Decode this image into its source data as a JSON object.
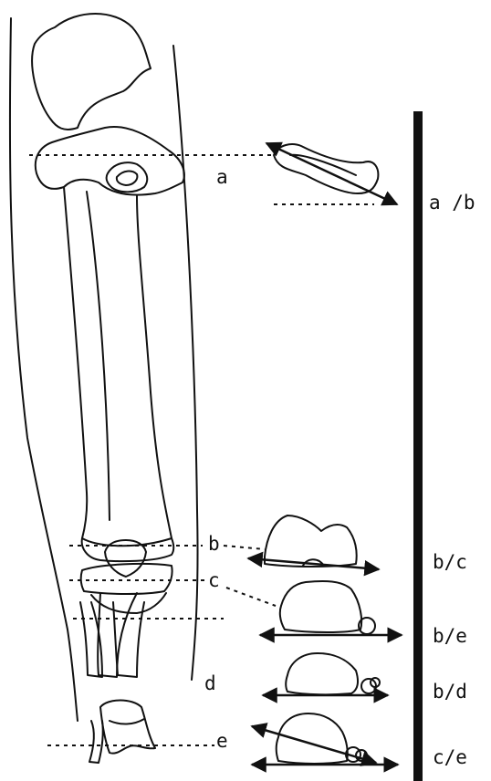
{
  "level_labels": {
    "a": "a",
    "b": "b",
    "c": "c",
    "d": "d",
    "e": "e"
  },
  "ratio_labels": {
    "ab": "a /b",
    "bc": "b/c",
    "be": "b/e",
    "bd": "b/d",
    "ce": "c/e"
  }
}
